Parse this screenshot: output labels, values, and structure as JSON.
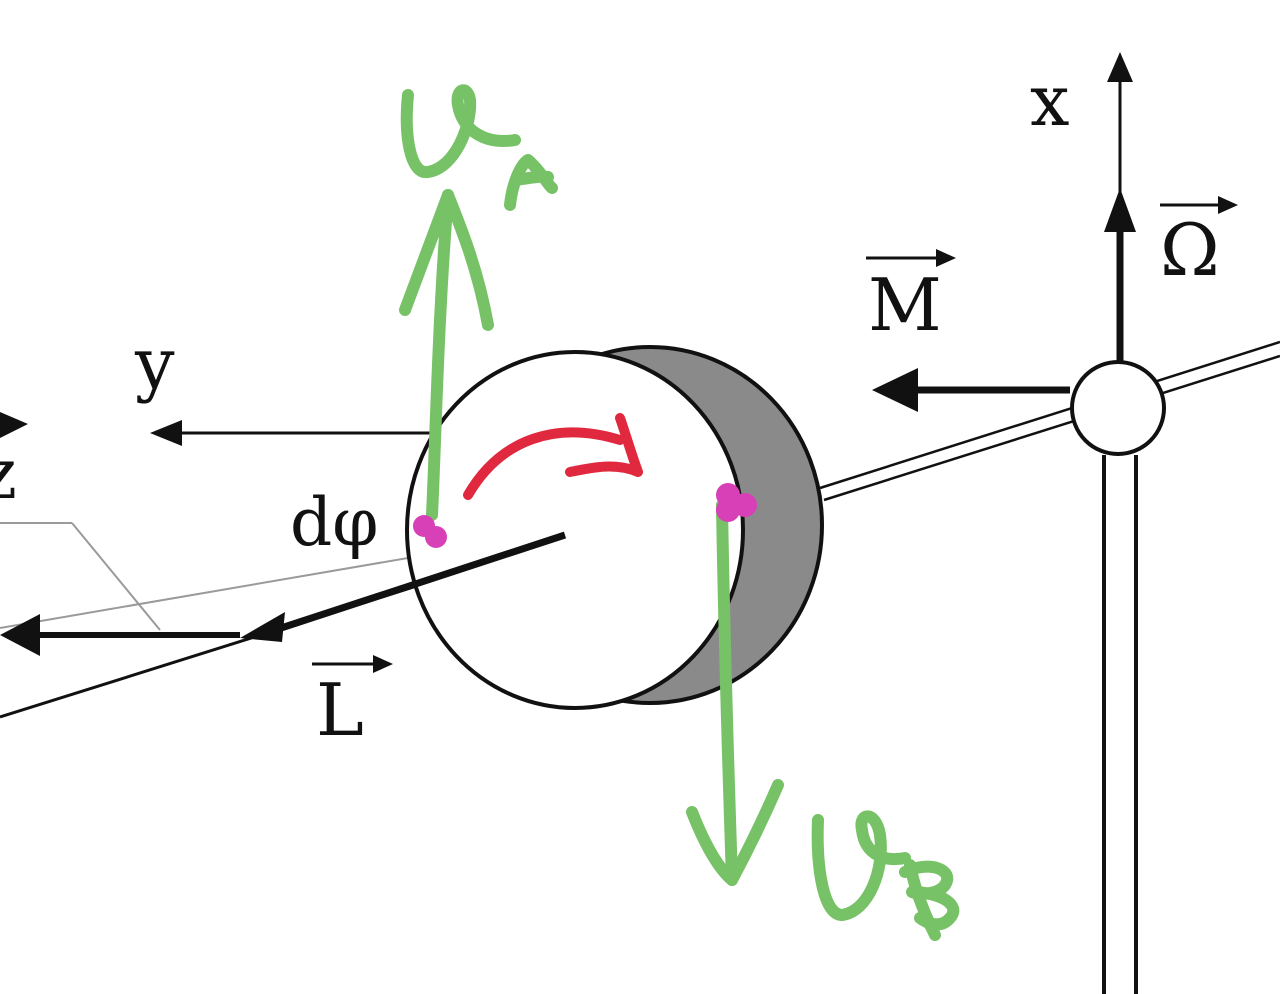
{
  "labels": {
    "x_axis": "x",
    "y_axis": "y",
    "z_axis": "z",
    "omega": "Ω",
    "moment": "M",
    "angular_momentum": "L",
    "angle": "dφ"
  },
  "colors": {
    "ink": "#111111",
    "disk_shadow": "#8a8a8a",
    "velocity_green": "#77c266",
    "rotation_red": "#e0283e",
    "point_magenta": "#d840b8"
  },
  "handwritten_annotations": [
    "vA",
    "vB"
  ]
}
